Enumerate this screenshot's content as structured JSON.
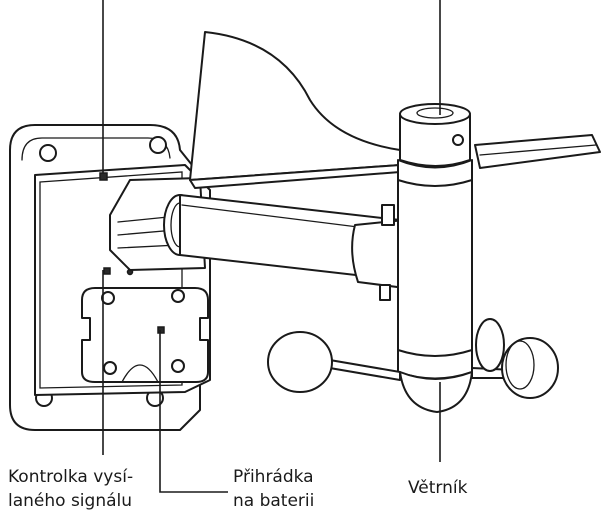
{
  "callouts": {
    "transmitter_signal": {
      "line1": "Kontrolka vysí-",
      "line2": "laného signálu"
    },
    "battery_compartment": {
      "line1": "Přihrádka",
      "line2": "na baterii"
    },
    "wind_vane": {
      "line1": "Větrník"
    }
  }
}
